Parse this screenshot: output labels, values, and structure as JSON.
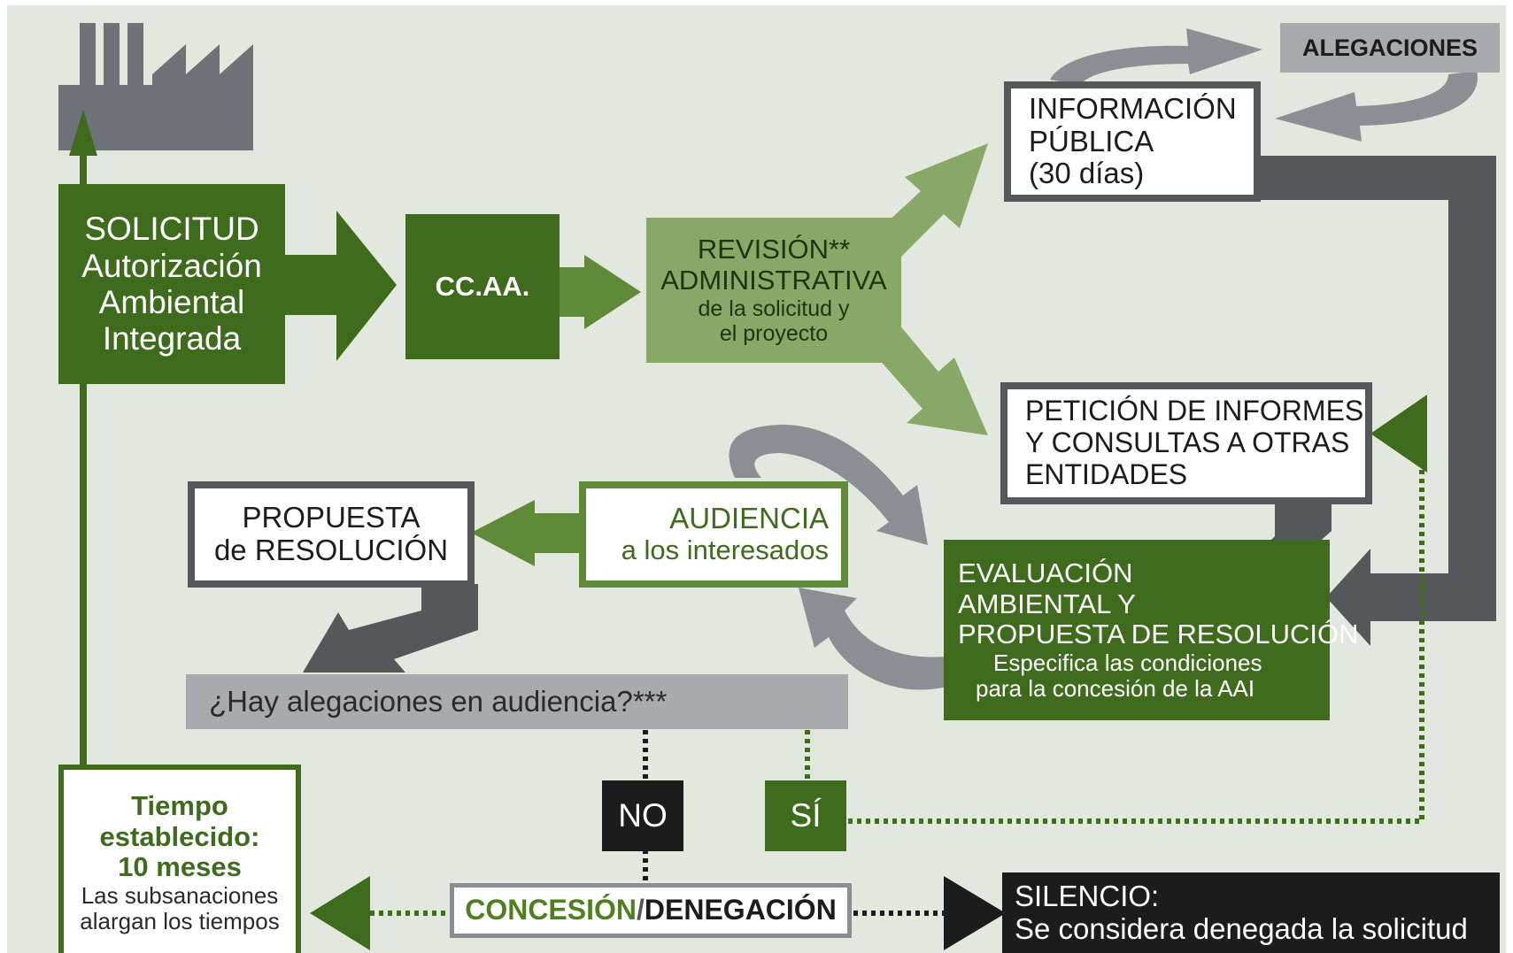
{
  "colors": {
    "background": "#e3e8de",
    "dark_green": "#3f6b1d",
    "mid_green": "#5f8a38",
    "light_green": "#88a868",
    "dark_gray": "#55585b",
    "mid_gray": "#8b8f93",
    "light_gray": "#a8aaad",
    "black": "#1c1c1c",
    "white": "#ffffff"
  },
  "nodes": {
    "solicitud": {
      "title": "SOLICITUD",
      "line2": "Autorización",
      "line3": "Ambiental",
      "line4": "Integrada"
    },
    "ccaa": {
      "label": "CC.AA."
    },
    "revision": {
      "line1": "REVISIÓN**",
      "line2": "ADMINISTRATIVA",
      "line3": "de la solicitud y",
      "line4": "el proyecto"
    },
    "informacion": {
      "line1": "INFORMACIÓN",
      "line2": "PÚBLICA",
      "line3": "(30 días)"
    },
    "alegaciones": {
      "label": "ALEGACIONES"
    },
    "peticion": {
      "line1": "PETICIÓN DE INFORMES",
      "line2": "Y CONSULTAS A OTRAS",
      "line3": "ENTIDADES"
    },
    "evaluacion": {
      "line1": "EVALUACIÓN",
      "line2": "AMBIENTAL  Y",
      "line3": "PROPUESTA  DE  RESOLUCIÓN",
      "line4": "Especifica las condiciones",
      "line5": "para la concesión de la AAI"
    },
    "audiencia": {
      "line1": "AUDIENCIA",
      "line2": "a los interesados"
    },
    "propuesta": {
      "line1": "PROPUESTA",
      "line2": "de RESOLUCIÓN"
    },
    "pregunta": {
      "label": "¿Hay alegaciones en audiencia?***"
    },
    "no": {
      "label": "NO"
    },
    "si": {
      "label": "SÍ"
    },
    "concesion": {
      "part1": "CONCESIÓN",
      "sep": "/",
      "part2": "DENEGACIÓN"
    },
    "silencio": {
      "line1": "SILENCIO:",
      "line2": "Se considera denegada la solicitud"
    },
    "tiempo": {
      "line1": "Tiempo",
      "line2": "establecido:",
      "line3": "10 meses",
      "line4": "Las subsanaciones",
      "line5": "alargan los tiempos"
    }
  }
}
